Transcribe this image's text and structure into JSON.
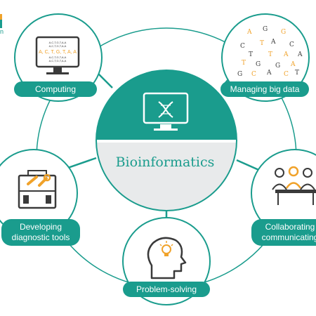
{
  "center": {
    "title": "Bioinformatics"
  },
  "nodes": {
    "computing": {
      "label": "Computing",
      "sequence_lines": [
        "A,C,T,G,T,A,A",
        "A,C,T,G,T,A,A",
        "A,C,T,G,T,A,A",
        "A,C,T,G,T,A,A"
      ],
      "highlight_sequence": "A, C, T, G, T, A, A"
    },
    "big_data": {
      "label": "Managing big data",
      "letters": [
        "A",
        "G",
        "G",
        "C",
        "T",
        "A",
        "C",
        "T",
        "T",
        "A",
        "A",
        "T",
        "G",
        "G",
        "A",
        "G",
        "C",
        "A",
        "C",
        "T"
      ]
    },
    "diagnostic": {
      "label_line1": "Developing",
      "label_line2": "diagnostic tools"
    },
    "collaborating": {
      "label_line1": "Collaborating",
      "label_line2": "communicating"
    },
    "problem": {
      "label": "Problem-solving"
    }
  },
  "colors": {
    "teal": "#1a9c8d",
    "orange": "#f0a22a",
    "dark": "#3a3a3a",
    "light_gray": "#e8eaeb"
  }
}
